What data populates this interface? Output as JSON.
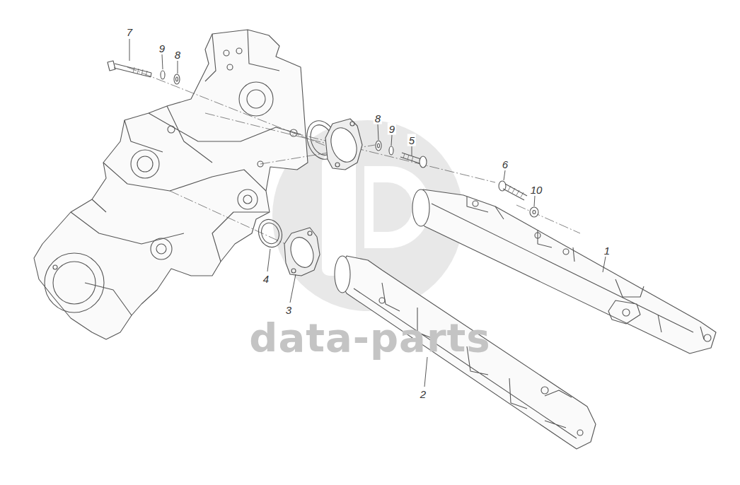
{
  "diagram": {
    "labels": [
      "7",
      "9",
      "8",
      "8",
      "9",
      "5",
      "6",
      "10",
      "1",
      "4",
      "3",
      "2",
      "data-parts"
    ]
  }
}
